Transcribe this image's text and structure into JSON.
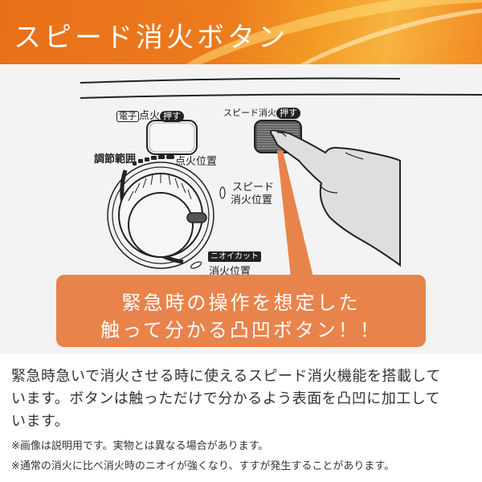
{
  "header": {
    "title": "スピード消火ボタン",
    "bg_color": "#ec7a1c"
  },
  "illustration": {
    "ignition_label_boxed": "電子",
    "ignition_label": "点火",
    "ignition_push": "押す",
    "speed_label": "スピード消火",
    "speed_push": "押す",
    "range_label": "調節範囲",
    "ignite_position": "点火位置",
    "speed_position_line1": "スピード",
    "speed_position_line2": "消火位置",
    "odor_cut": "ニオイカット",
    "odor_position": "消火位置"
  },
  "callout": {
    "line1": "緊急時の操作を想定した",
    "line2": "触って分かる凸凹ボタン！！",
    "color": "#e9834c"
  },
  "description": {
    "line1": "緊急時急いで消火させる時に使えるスピード消火機能を搭載して",
    "line2": "います。ボタンは触っただけで分かるよう表面を凸凹に加工して",
    "line3": "います。",
    "note1": "※画像は説明用です。実物とは異なる場合があります。",
    "note2": "※通常の消火に比べ消火時のニオイが強くなり、すすが発生することがあります。"
  }
}
